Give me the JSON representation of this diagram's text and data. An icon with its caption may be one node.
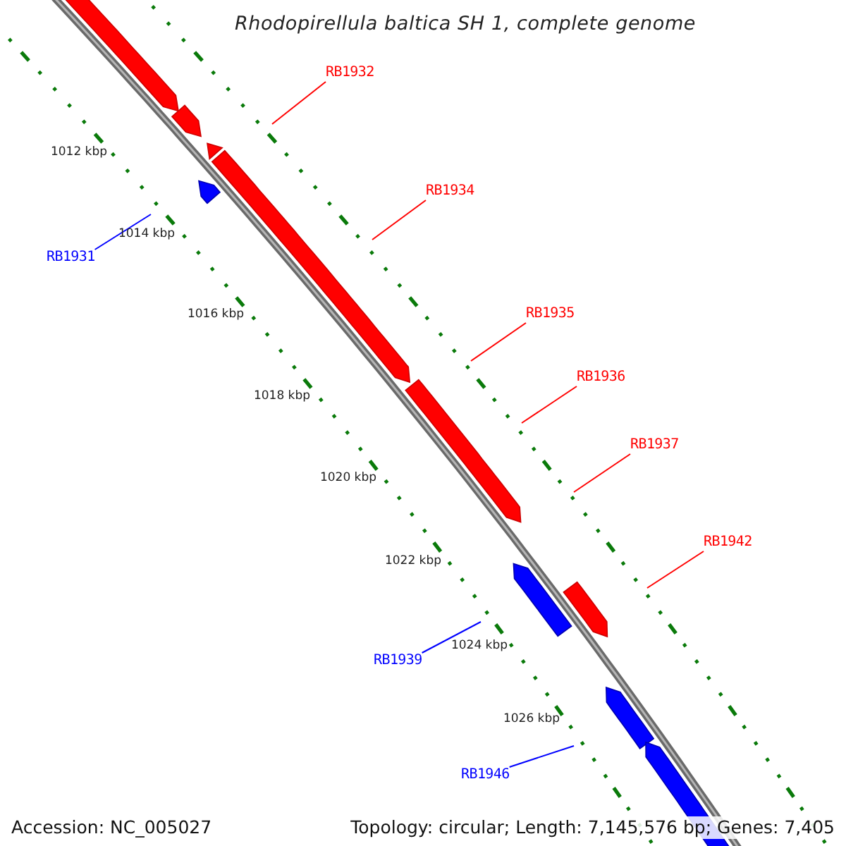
{
  "diagram": {
    "title": "Rhodopirellula baltica SH 1, complete genome",
    "nodes": [
      {
        "text": [
          "RB1932"
        ]
      },
      {
        "text": [
          "RB1934"
        ]
      },
      {
        "text": [
          "RB1931"
        ]
      },
      {
        "text": [
          "RB1935"
        ]
      },
      {
        "text": [
          "RB1936"
        ]
      },
      {
        "text": [
          "RB1937"
        ]
      },
      {
        "text": [
          "RB1942"
        ]
      },
      {
        "text": [
          "RB1939"
        ]
      },
      {
        "text": [
          "RB1946"
        ]
      }
    ],
    "edges": [
      {
        "from": 0,
        "to": null,
        "arrow": "none"
      },
      {
        "from": 1,
        "to": null,
        "arrow": "none"
      },
      {
        "from": 2,
        "to": null,
        "arrow": "none",
        "color": "#0000ff"
      },
      {
        "from": 3,
        "to": null,
        "arrow": "none"
      },
      {
        "from": 4,
        "to": null,
        "arrow": "none"
      },
      {
        "from": 5,
        "to": null,
        "arrow": "none"
      },
      {
        "from": 6,
        "to": null,
        "arrow": "none"
      },
      {
        "from": 7,
        "to": null,
        "arrow": "none",
        "color": "#0000ff"
      },
      {
        "from": 8,
        "to": null,
        "arrow": "none",
        "color": "#0000ff"
      }
    ],
    "labels": [
      "1012 kbp",
      "1014 kbp",
      "1016 kbp",
      "1018 kbp",
      "1020 kbp",
      "1022 kbp",
      "1024 kbp",
      "1026 kbp",
      "Accession: NC_005027",
      "Topology: circular; Length: 7,145,576 bp; Genes: 7,405"
    ]
  }
}
